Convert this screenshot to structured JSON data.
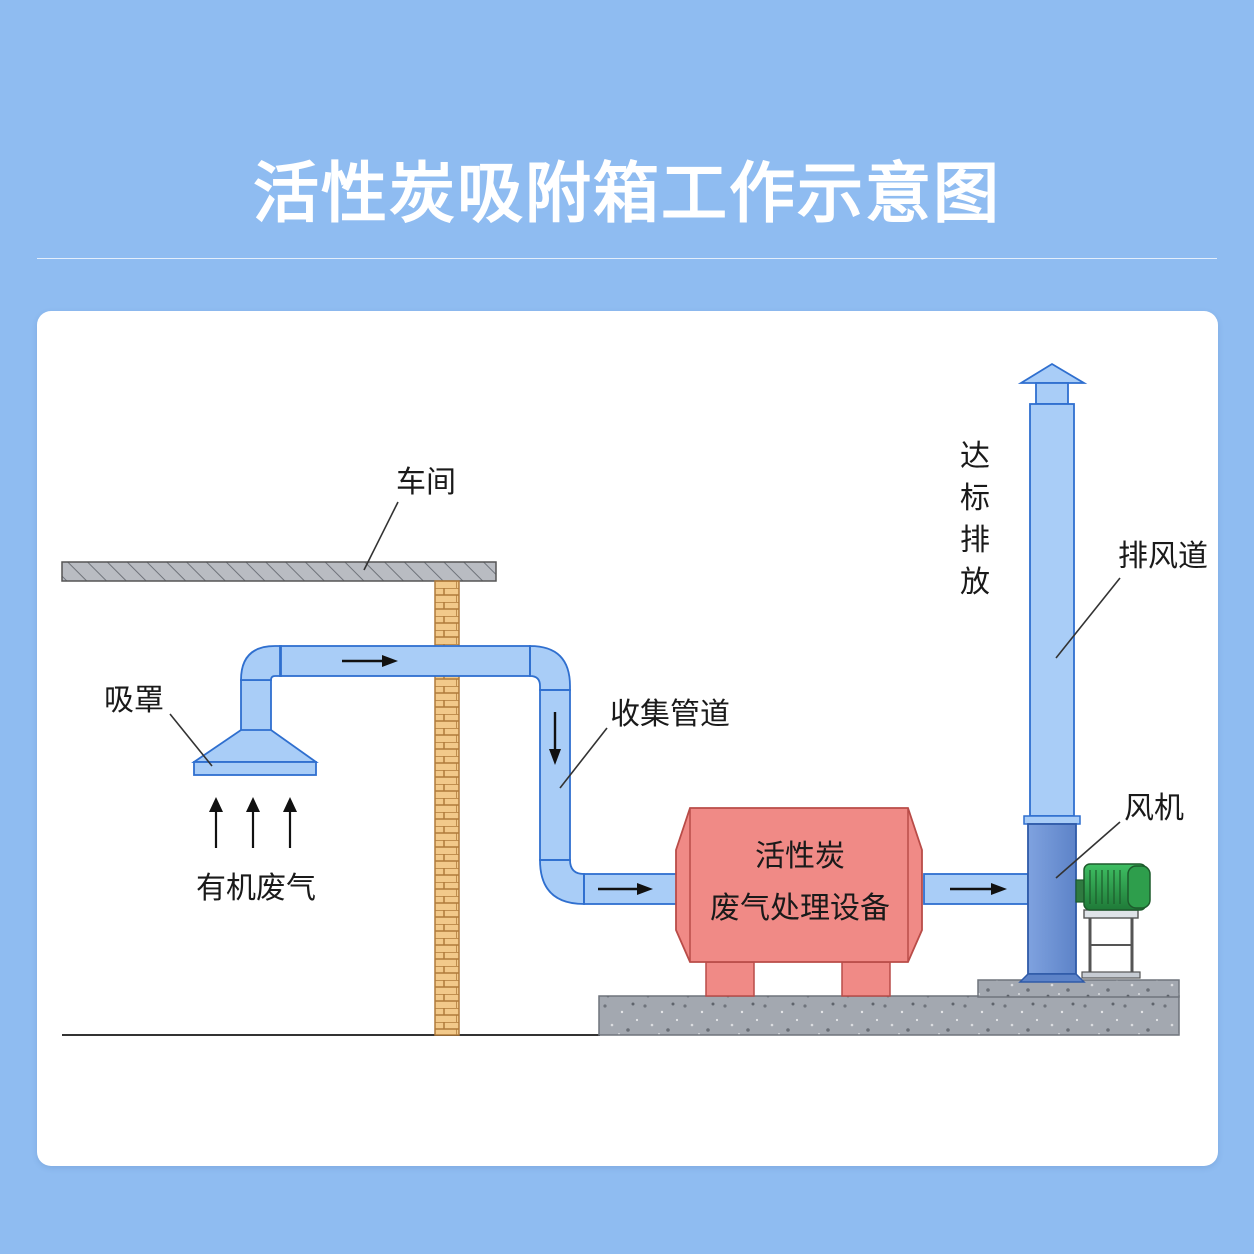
{
  "title": "活性炭吸附箱工作示意图",
  "labels": {
    "workshop": "车间",
    "hood": "吸罩",
    "organic_gas": "有机废气",
    "collection_pipe": "收集管道",
    "equipment_line1": "活性炭",
    "equipment_line2": "废气处理设备",
    "exhaust_duct": "排风道",
    "fan": "风机",
    "discharge_1": "达",
    "discharge_2": "标",
    "discharge_3": "排",
    "discharge_4": "放"
  },
  "colors": {
    "background": "#8fbcf1",
    "pipe": "#a9cdf7",
    "pipe_stroke": "#2f6fcf",
    "equipment": "#f08a86",
    "brick": "#f2c98a",
    "motor": "#2e9e4c",
    "concrete": "#9aa0a8"
  }
}
